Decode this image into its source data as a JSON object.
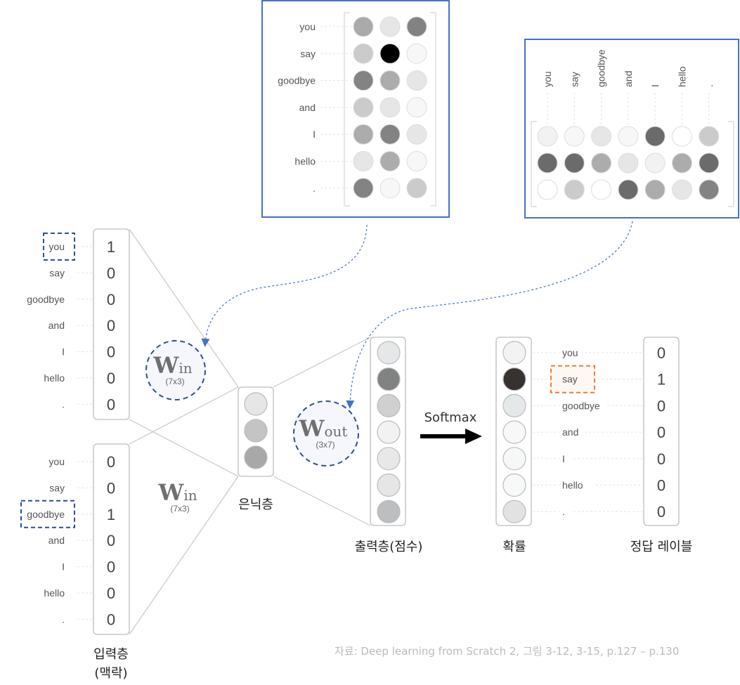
{
  "vocab": [
    "you",
    "say",
    "goodbye",
    "and",
    "I",
    "hello",
    "."
  ],
  "input_context_1": {
    "values": [
      "1",
      "0",
      "0",
      "0",
      "0",
      "0",
      "0"
    ],
    "highlight_word": "you"
  },
  "input_context_2": {
    "values": [
      "0",
      "0",
      "1",
      "0",
      "0",
      "0",
      "0"
    ],
    "highlight_word": "goodbye"
  },
  "w_in": {
    "symbol": "W",
    "subscript": "in",
    "shape": "(7x3)"
  },
  "w_out": {
    "symbol": "W",
    "subscript": "out",
    "shape": "(3x7)"
  },
  "hidden_layer": {
    "label": "은닉층",
    "shades": [
      "#e6e6e6",
      "#c4c4c4",
      "#a8a8a8"
    ]
  },
  "output_layer": {
    "label": "출력층(점수)",
    "shades": [
      "#e6e7e8",
      "#818382",
      "#d0d0d0",
      "#f2f2f2",
      "#e8e8e8",
      "#e6e6e6",
      "#bdbebf"
    ]
  },
  "softmax": {
    "label": "Softmax"
  },
  "probability": {
    "label": "확률",
    "shades": [
      "#f2f3f2",
      "#37322f",
      "#e5e8e9",
      "#f7f8f7",
      "#f6f8f7",
      "#f7f8f8",
      "#e2e2e2"
    ]
  },
  "answer_label": {
    "label": "정답 레이블",
    "values": [
      "0",
      "1",
      "0",
      "0",
      "0",
      "0",
      "0"
    ],
    "highlight_word": "say"
  },
  "input_layer": {
    "label_line1": "입력층",
    "label_line2": "(맥락)"
  },
  "w_in_matrix": [
    [
      "#aaaaaa",
      "#e6e6e6",
      "#828282"
    ],
    [
      "#cbcbcb",
      "#000000",
      "#f7f7f7"
    ],
    [
      "#838383",
      "#acacac",
      "#e6e6e6"
    ],
    [
      "#cbcbcb",
      "#e6e6e6",
      "#f7f7f7"
    ],
    [
      "#acacac",
      "#838383",
      "#e6e6e6"
    ],
    [
      "#e6e6e6",
      "#acacac",
      "#f7f7f7"
    ],
    [
      "#838383",
      "#f7f7f7",
      "#cbcbcb"
    ]
  ],
  "w_out_matrix": [
    [
      "#f2f2f2",
      "#f7f7f7",
      "#e6e6e6",
      "#f7f7f7",
      "#6b6b6b",
      "#ffffff",
      "#cbcbcb"
    ],
    [
      "#6b6b6b",
      "#6b6b6b",
      "#acacac",
      "#e6e6e6",
      "#f2f2f2",
      "#acacac",
      "#6b6b6b"
    ],
    [
      "#ffffff",
      "#cbcbcb",
      "#ffffff",
      "#6b6b6b",
      "#acacac",
      "#e6e6e6",
      "#838383"
    ]
  ],
  "caption": "자료: Deep learning from Scratch 2, 그림 3-12, 3-15, p.127 – p.130",
  "colors": {
    "panel_border": "#4472c4",
    "context_highlight": "#2f4f8f",
    "target_highlight": "#ed7d31",
    "arrow": "#4472c4"
  }
}
